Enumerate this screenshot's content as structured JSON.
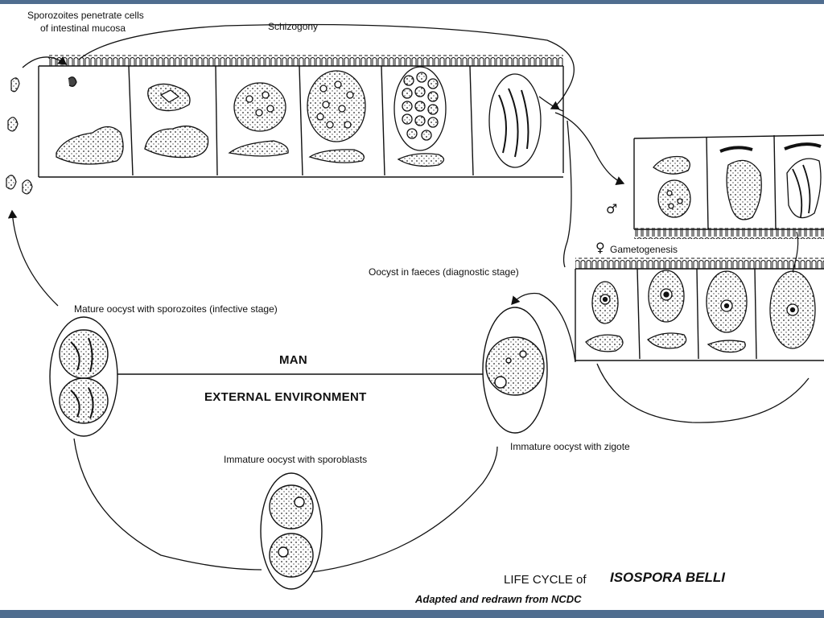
{
  "labels": {
    "sporozoites_penetrate": [
      "Sporozoites penetrate cells",
      "of intestinal mucosa"
    ],
    "schizogony": "Schizogony",
    "gametogenesis": "Gametogenesis",
    "oocyst_in_faeces": "Oocyst in faeces (diagnostic stage)",
    "mature_oocyst": "Mature oocyst with sporozoites (infective stage)",
    "man": "MAN",
    "external_environment": "EXTERNAL ENVIRONMENT",
    "immature_zygote": "Immature oocyst with zigote",
    "immature_sporoblasts": "Immature oocyst with sporoblasts"
  },
  "title": {
    "prefix": "LIFE CYCLE of",
    "species": "ISOSPORA BELLI",
    "credit": "Adapted and redrawn from NCDC"
  },
  "symbols": {
    "male": "♂",
    "female": "♀"
  },
  "colors": {
    "frame_bar": "#4f6d8f",
    "ink": "#111111"
  }
}
